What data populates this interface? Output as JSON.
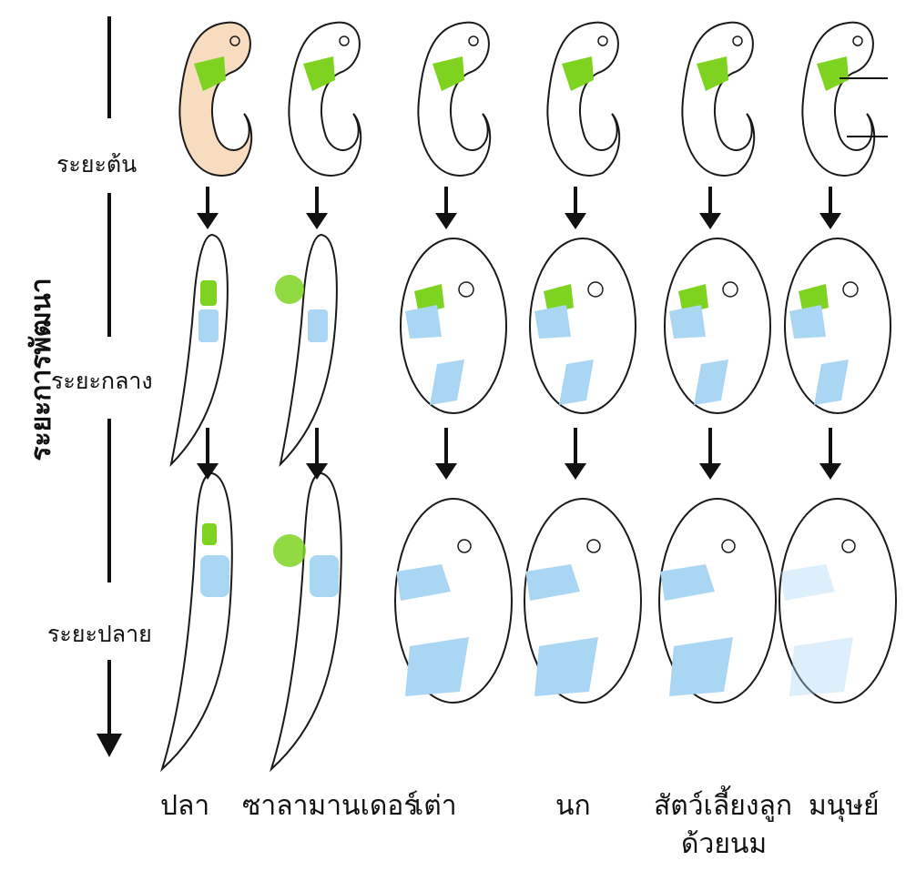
{
  "axis": {
    "title": "ระยะการพัฒนา",
    "stages": [
      "ระยะต้น",
      "ระยะกลาง",
      "ระยะปลาย"
    ]
  },
  "species": [
    "ปลา",
    "ซาลามานเดอร์",
    "เต่า",
    "นก",
    "สัตว์เลี้ยงลูก",
    "มนุษย์"
  ],
  "species_line2": "ด้วยนม",
  "colors": {
    "outline": "#1a1a1a",
    "gill": "#7ed321",
    "limb": "#a9d6f2",
    "fish_tint": "#f7dcc0",
    "arrow": "#111111"
  }
}
